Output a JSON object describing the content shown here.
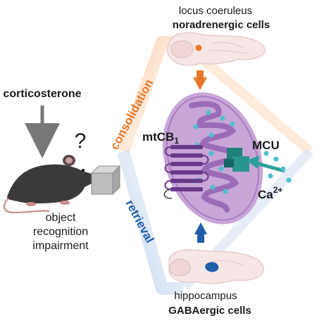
{
  "top_label": {
    "line1": "locus coeruleus",
    "line2": "noradrenergic cells"
  },
  "bottom_label": {
    "line1": "hippocampus",
    "line2": "GABAergic cells"
  },
  "left_panel": {
    "stimulus": "corticosterone",
    "question": "?",
    "outcome_line1": "object",
    "outcome_line2": "recognition",
    "outcome_line3": "impairment"
  },
  "phases": {
    "consolidation": "consolidation",
    "retrieval": "retrieval"
  },
  "mito": {
    "receptor_base": "mtCB",
    "receptor_sub": "1",
    "channel": "MCU",
    "ion_base": "Ca",
    "ion_sup": "2+"
  },
  "colors": {
    "orange": "#e8782a",
    "blue": "#1f5fa8",
    "mito_outer": "#c8a6d8",
    "mito_inner": "#9b6bb8",
    "receptor": "#6a3a8a",
    "mcu": "#1f7f7a",
    "calcium": "#4fbfcf",
    "mouse": "#3a3a3a",
    "arrow_gray": "#777777"
  }
}
